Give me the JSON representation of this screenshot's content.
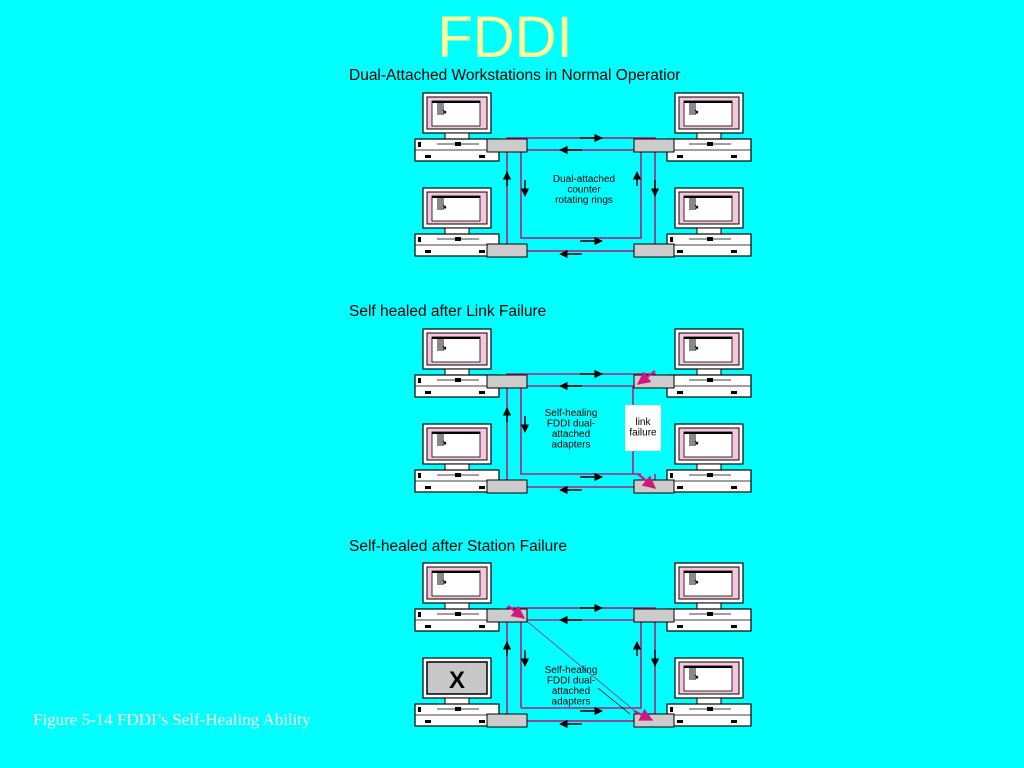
{
  "slide": {
    "title": "FDDI",
    "caption": "Figure 5-14  FDDI’s Self-Healing Ability"
  },
  "sections": [
    {
      "heading": "Dual-Attached Workstations in Normal Operatior",
      "center_label": [
        "Dual-attached",
        "counter",
        "rotating rings"
      ]
    },
    {
      "heading": "Self healed after Link Failure",
      "center_label": [
        "Self-healing",
        "FDDI dual-",
        "attached",
        "adapters"
      ],
      "failure_label": [
        "link",
        "failure"
      ]
    },
    {
      "heading": "Self-healed after Station Failure",
      "center_label": [
        "Self-healing",
        "FDDI dual-",
        "attached",
        "adapters"
      ],
      "failed_station_mark": "X"
    }
  ],
  "colors": {
    "background": "#00ffff",
    "title": "#ffff99",
    "ring": "#b0207a",
    "heal_arrow": "#d0187c",
    "screen": "#f5c6dc",
    "caption": "#ffffff"
  }
}
